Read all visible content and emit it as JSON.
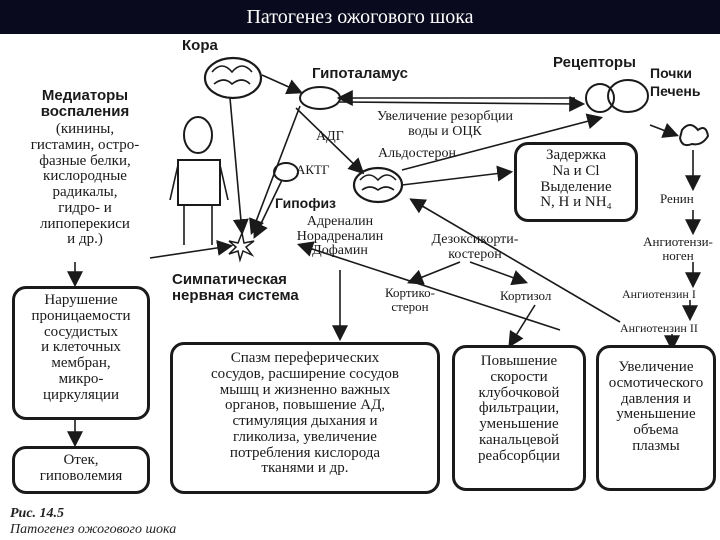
{
  "slide_title": "Патогенез ожогового шока",
  "labels": {
    "kora": "Кора",
    "gipotalamus": "Гипоталамус",
    "receptory": "Рецепторы",
    "pochki": "Почки",
    "pechen": "Печень",
    "mediatory": [
      "Медиаторы",
      "воспаления"
    ],
    "mediatory_list": [
      "(кинины,",
      "гистамин, остро-",
      "фазные белки,",
      "кислородные",
      "радикалы,",
      "гидро- и",
      "липоперекиси",
      "и др.)"
    ],
    "resorbcia": [
      "Увеличение резорбции",
      "воды и ОЦК"
    ],
    "adg": "АДГ",
    "aktg": "АКТГ",
    "aldosteron": "Альдостерон",
    "gipofiz": "Гипофиз",
    "renin": "Ренин",
    "adrenalin": [
      "Адреналин",
      "Норадреналин",
      "Дофамин"
    ],
    "dezoksi": [
      "Дезоксикорти-",
      "костерон"
    ],
    "angiotenzinogen": [
      "Ангиотензи-",
      "ноген"
    ],
    "simpat": [
      "Симпатическая",
      "нервная система"
    ],
    "kortiko": [
      "Кортико-",
      "стерон"
    ],
    "kortizol": "Кортизол",
    "angio1": "Ангиотензин I",
    "angio2": "Ангиотензин II"
  },
  "boxes": {
    "zaderzhka": [
      "Задержка",
      "Na и Cl",
      "Выделение",
      "N, H и NH₄"
    ],
    "narushenie": [
      "Нарушение",
      "проницаемости",
      "сосудистых",
      "и клеточных",
      "мембран,",
      "микро-",
      "циркуляции"
    ],
    "spazm": [
      "Спазм переферических",
      "сосудов, расширение сосудов",
      "мышц и жизненно важных",
      "органов, повышение АД,",
      "стимуляция дыхания и",
      "гликолиза, увеличение",
      "потребления кислорода",
      "тканями и др."
    ],
    "povyshenie": [
      "Повышение",
      "скорости",
      "клубочковой",
      "фильтрации,",
      "уменьшение",
      "канальцевой",
      "реабсорбции"
    ],
    "uvelichenie": [
      "Увеличение",
      "осмотического",
      "давления и",
      "уменьшение",
      "объема",
      "плазмы"
    ],
    "otek": [
      "Отек,",
      "гиповолемия"
    ]
  },
  "caption": [
    "Рис. 14.5",
    "Патогенез ожогового шока"
  ]
}
